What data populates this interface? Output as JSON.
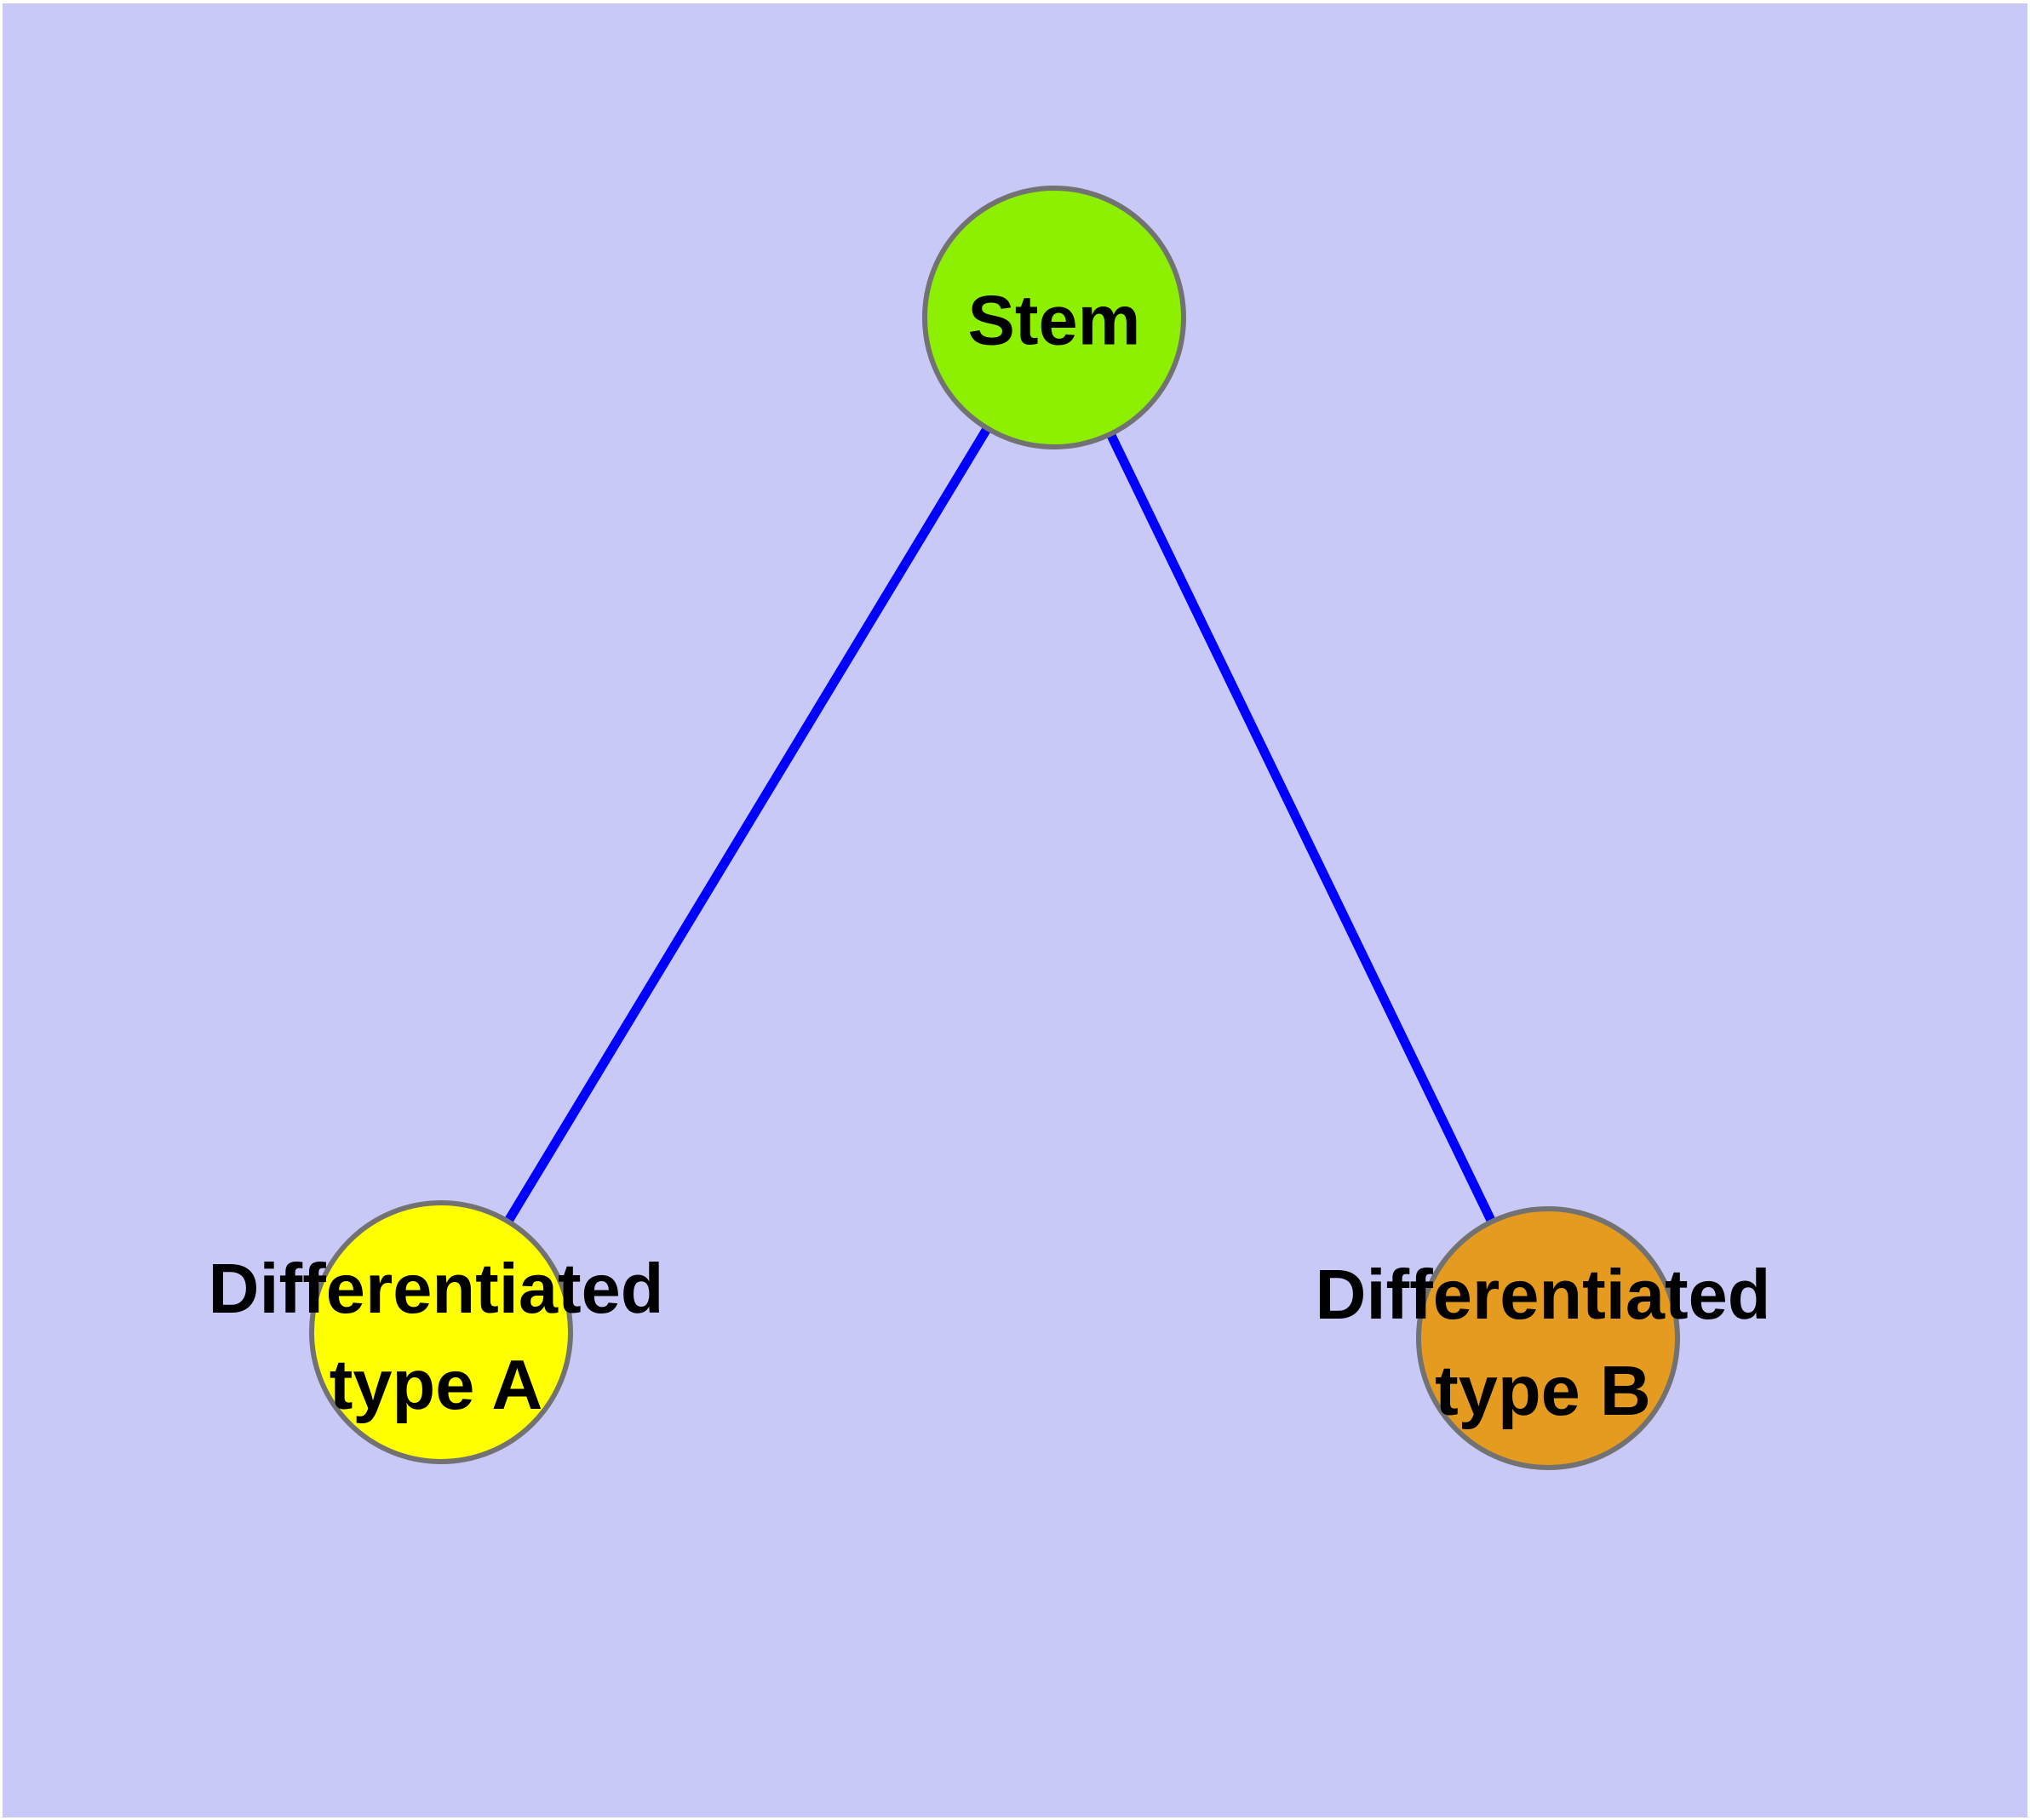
{
  "canvas": {
    "background_color": "#C9C9F8",
    "margin_color": "#FFFFFF"
  },
  "nodes": [
    {
      "id": "stem",
      "label_lines": [
        "Stem"
      ],
      "fill_color": "#8CF000",
      "border_color": "#727272"
    },
    {
      "id": "differentiated-type-a",
      "label_lines": [
        "Differentiated",
        "type A"
      ],
      "fill_color": "#FFFF00",
      "border_color": "#727272"
    },
    {
      "id": "differentiated-type-b",
      "label_lines": [
        "Differentiated",
        "type B"
      ],
      "fill_color": "#E59A20",
      "border_color": "#727272"
    }
  ],
  "edges": [
    {
      "from": "stem",
      "to": "differentiated-type-a",
      "color": "#0000FF"
    },
    {
      "from": "stem",
      "to": "differentiated-type-b",
      "color": "#0000FF"
    }
  ]
}
